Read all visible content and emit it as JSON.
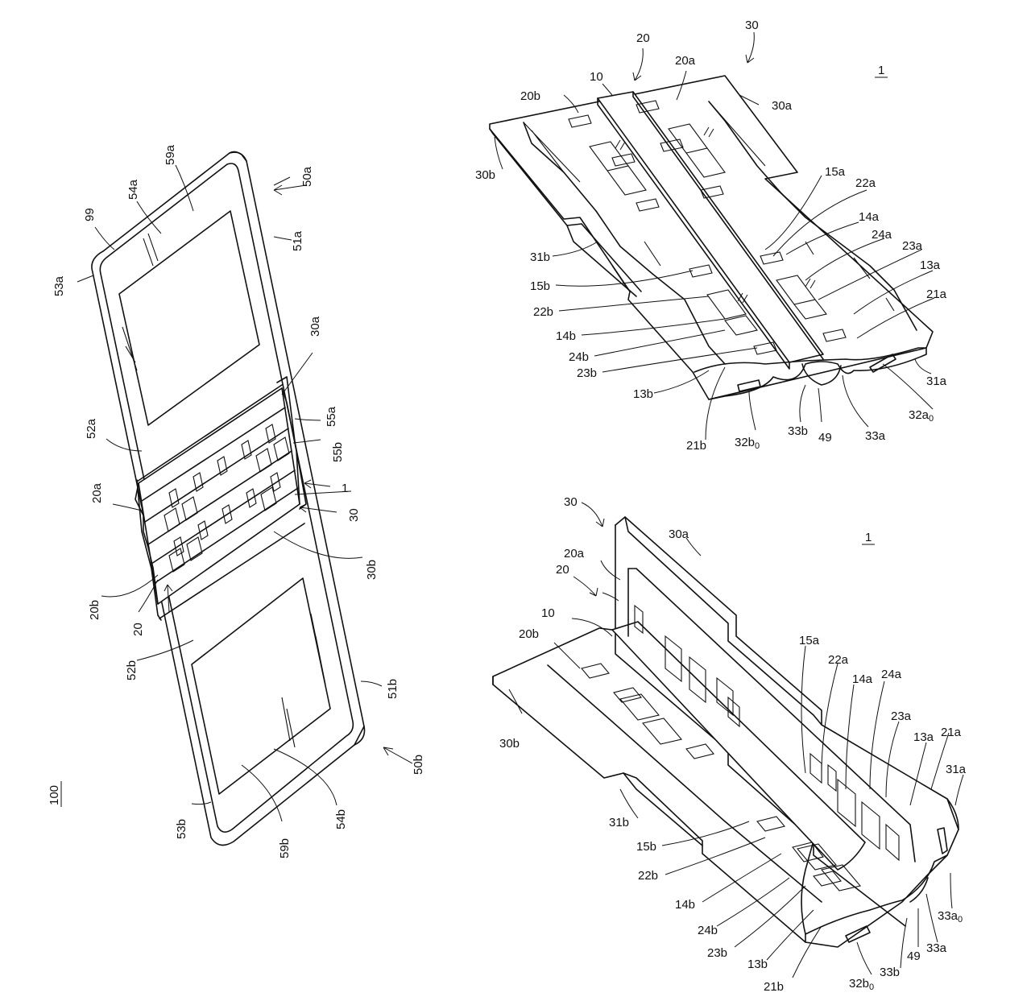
{
  "figure": {
    "assembly_label": "100",
    "device_labels": {
      "l99": "99",
      "l54a": "54a",
      "l59a": "59a",
      "l50a": "50a",
      "l51a": "51a",
      "l53a": "53a",
      "l52a": "52a",
      "l30a": "30a",
      "l55a": "55a",
      "l55b": "55b",
      "l1": "1",
      "l20a": "20a",
      "l30": "30",
      "l30b": "30b",
      "l20b": "20b",
      "l20": "20",
      "l52b": "52b",
      "l51b": "51b",
      "l50b": "50b",
      "l53b": "53b",
      "l59b": "59b",
      "l54b": "54b"
    },
    "hinge_flat_labels": {
      "l20": "20",
      "l30": "30",
      "l1": "1",
      "l10": "10",
      "l20a": "20a",
      "l20b": "20b",
      "l30a": "30a",
      "l30b": "30b",
      "l15a": "15a",
      "l22a": "22a",
      "l14a": "14a",
      "l24a": "24a",
      "l23a": "23a",
      "l13a": "13a",
      "l21a": "21a",
      "l31a": "31a",
      "l31b": "31b",
      "l15b": "15b",
      "l22b": "22b",
      "l14b": "14b",
      "l24b": "24b",
      "l23b": "23b",
      "l13b": "13b",
      "l21b": "21b",
      "l32b0": "32b",
      "l33b": "33b",
      "l49": "49",
      "l33a": "33a",
      "l32a0": "32a"
    },
    "hinge_folded_labels": {
      "l30": "30",
      "l30a": "30a",
      "l1": "1",
      "l20a": "20a",
      "l20": "20",
      "l10": "10",
      "l20b": "20b",
      "l15a": "15a",
      "l22a": "22a",
      "l14a": "14a",
      "l24a": "24a",
      "l23a": "23a",
      "l13a": "13a",
      "l21a": "21a",
      "l31a": "31a",
      "l30b": "30b",
      "l31b": "31b",
      "l15b": "15b",
      "l22b": "22b",
      "l14b": "14b",
      "l24b": "24b",
      "l23b": "23b",
      "l13b": "13b",
      "l21b": "21b",
      "l32b0": "32b",
      "l33b": "33b",
      "l49": "49",
      "l33a": "33a",
      "l33a0": "33a"
    },
    "subscript": "0"
  }
}
